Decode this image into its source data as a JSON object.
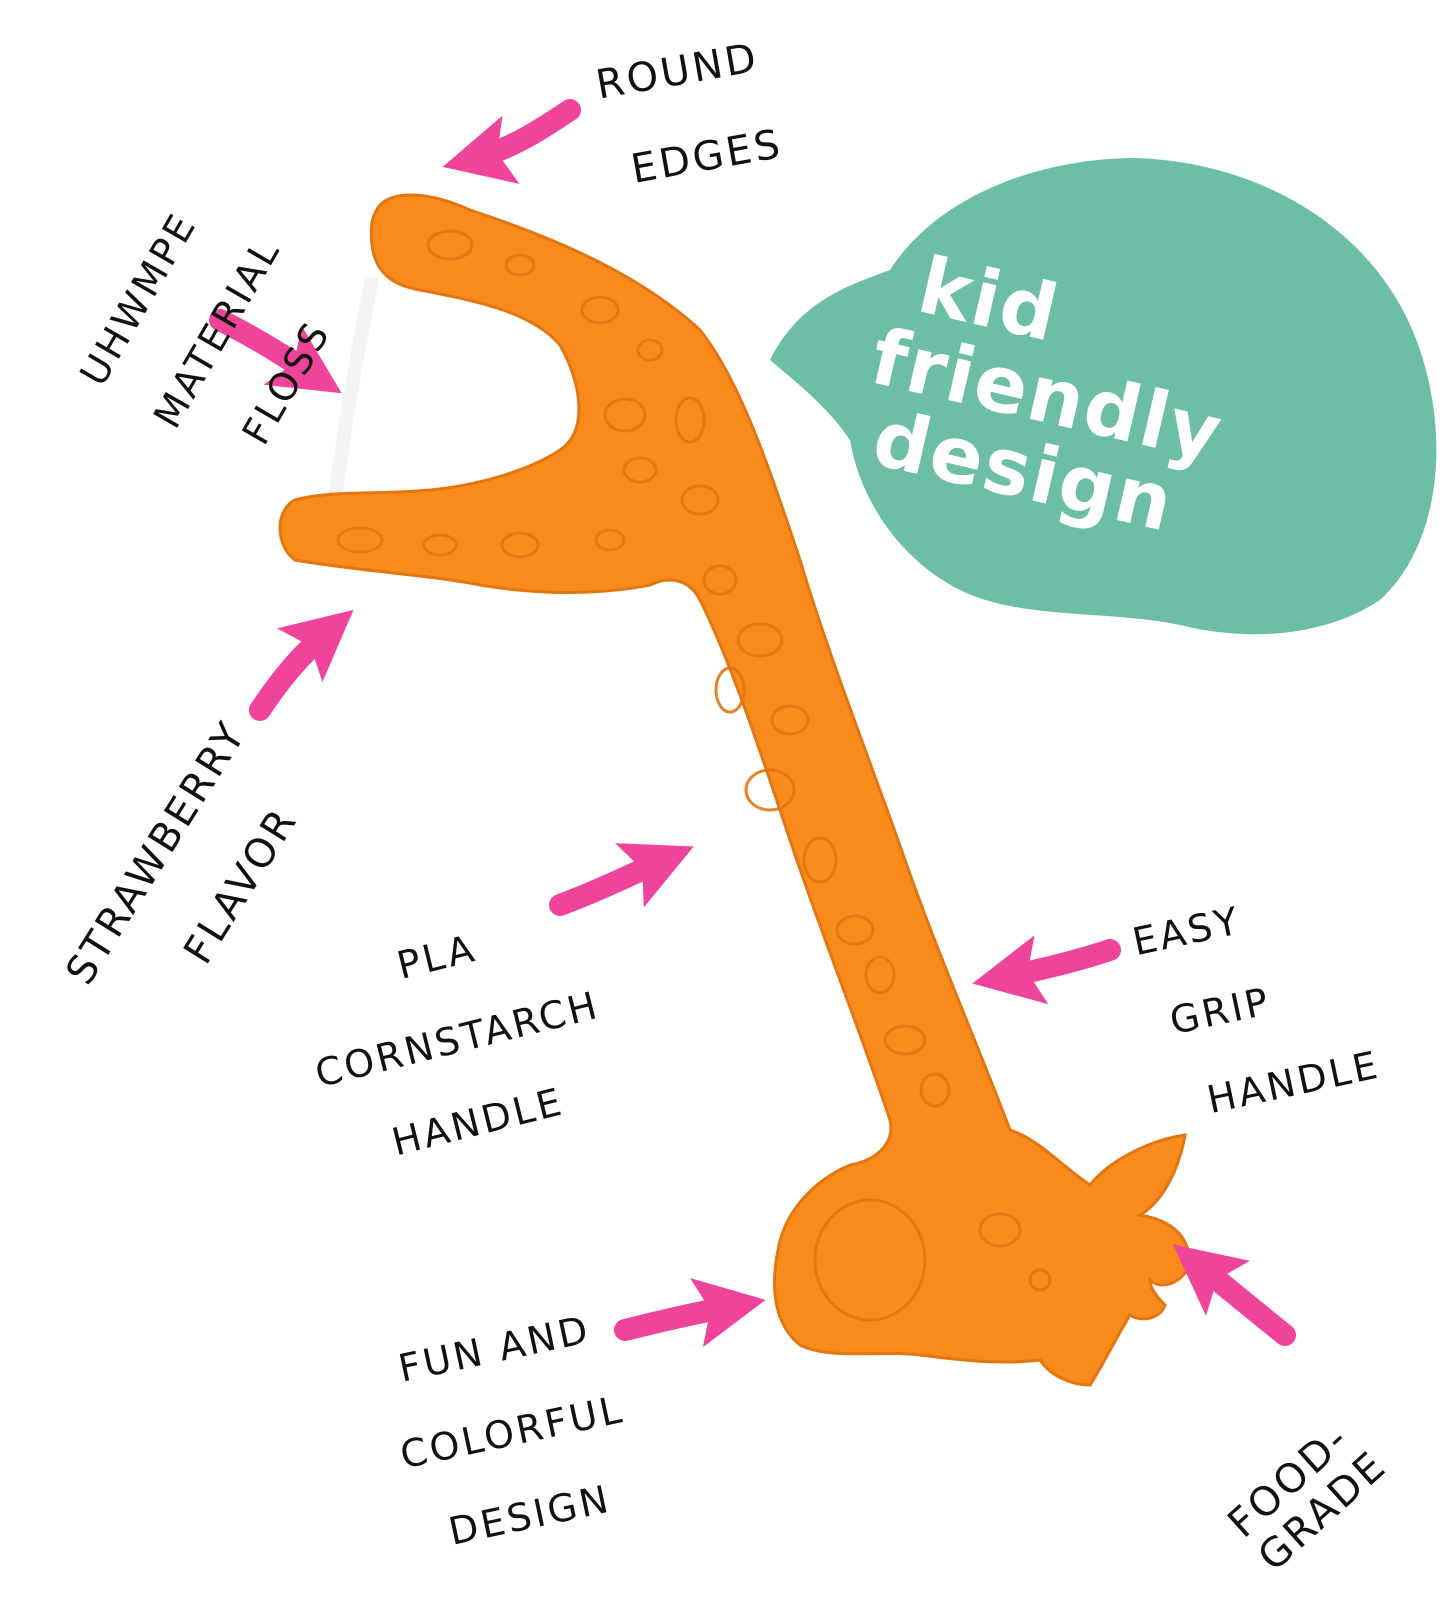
{
  "colors": {
    "background": "#ffffff",
    "floss_pick_orange": "#f98a1c",
    "floss_pick_shadow": "#e47611",
    "arrow_pink": "#f0449c",
    "bubble_green": "#6cbfa6",
    "bubble_text": "#ffffff",
    "label_text": "#111111"
  },
  "bubble": {
    "line1": "KiD",
    "line2": "FRieNDLY",
    "line3": "DeSiGN"
  },
  "labels": {
    "round_edges": {
      "line1": "ROUND",
      "line2": "EDGES"
    },
    "uhwmpe": {
      "line1": "UHWMPE",
      "line2": "MATERIAL",
      "line3": "FLOSS"
    },
    "strawberry": {
      "line1": "STRAWBERRY",
      "line2": "FLAVOR"
    },
    "pla": {
      "line1": "PLA",
      "line2": "CORNSTARCH",
      "line3": "HANDLE"
    },
    "easy_grip": {
      "line1": "EASY",
      "line2": "GRIP",
      "line3": "HANDLE"
    },
    "fun": {
      "line1": "FUN AND",
      "line2": "COLORFUL",
      "line3": "DESIGN"
    },
    "food_grade": {
      "line1": "FOOD-GRADE"
    }
  },
  "icons": {
    "arrows": "pink-arrow-icon",
    "product": "giraffe-floss-pick-icon",
    "bubble": "speech-bubble-icon"
  }
}
